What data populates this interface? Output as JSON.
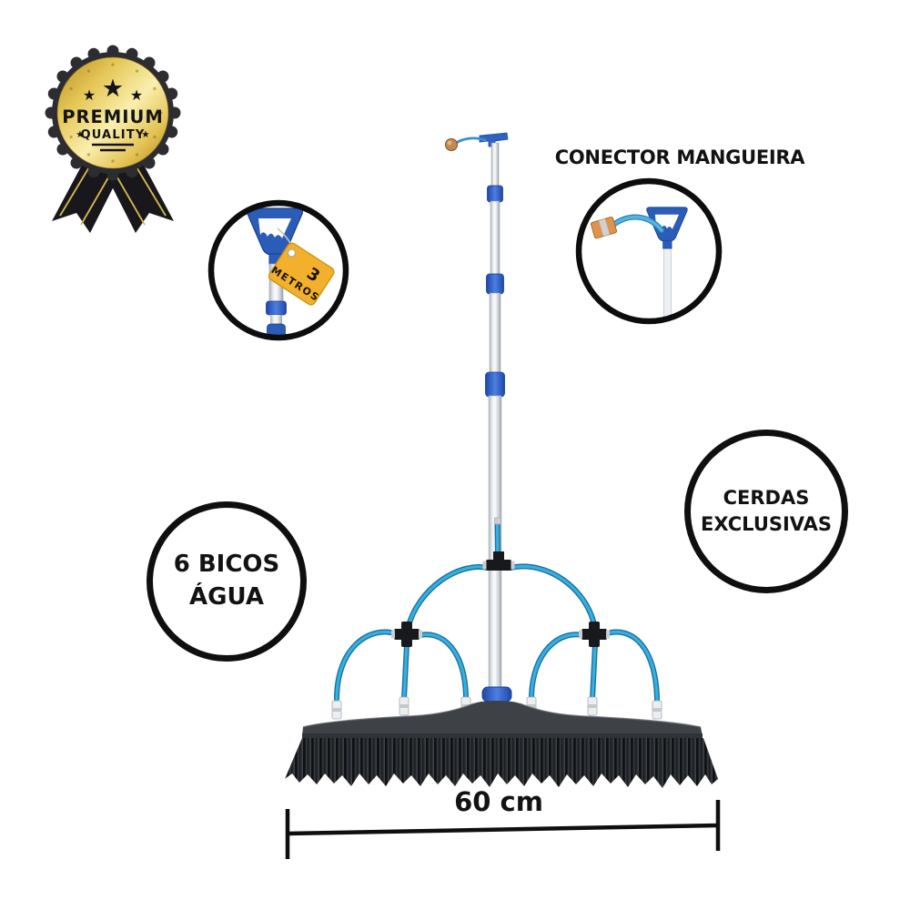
{
  "badge": {
    "title": "PREMIUM",
    "subtitle": "QUALITY"
  },
  "icons": {
    "star": "★"
  },
  "pole_tag": {
    "value": "3",
    "unit": "METROS"
  },
  "connector_inset": {
    "title": "CONECTOR MANGUEIRA"
  },
  "callouts": {
    "bristles_line1": "CERDAS",
    "bristles_line2": "EXCLUSIVAS",
    "nozzles_line1": "6 BICOS",
    "nozzles_line2": "ÁGUA"
  },
  "measurement": {
    "width_label": "60 cm"
  },
  "colors": {
    "tube_blue": "#3aaede",
    "handle_blue": "#2a5cb8",
    "badge_gold": "#e7c95a",
    "tag_yellow": "#f3b02c",
    "broom_dark": "#3e4246"
  }
}
